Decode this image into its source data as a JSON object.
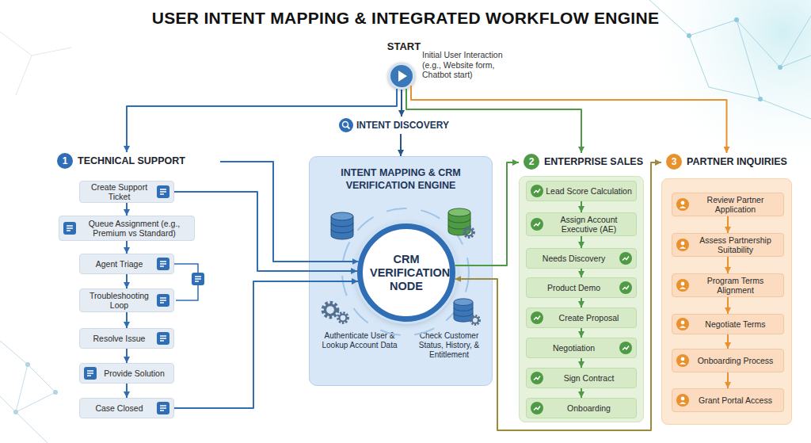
{
  "diagram": {
    "title": "USER INTENT MAPPING & INTEGRATED WORKFLOW ENGINE",
    "nodes": [
      {
        "text": [
          "START",
          "Initial User Interaction (e.g., Website form, Chatbot start)"
        ]
      },
      {
        "text": [
          "INTENT DISCOVERY"
        ]
      },
      {
        "text": [
          "1",
          "TECHNICAL SUPPORT"
        ]
      },
      {
        "text": [
          "Create Support Ticket"
        ],
        "in": 2
      },
      {
        "text": [
          "Queue Assignment (e.g., Premium vs Standard)"
        ],
        "in": 2
      },
      {
        "text": [
          "Agent Triage"
        ],
        "in": 2
      },
      {
        "text": [
          "Troubleshooting Loop"
        ],
        "in": 2
      },
      {
        "text": [
          "Resolve Issue"
        ],
        "in": 2
      },
      {
        "text": [
          "Provide Solution"
        ],
        "in": 2
      },
      {
        "text": [
          "Case Closed"
        ],
        "in": 2
      },
      {
        "text": [
          "INTENT MAPPING & CRM VERIFICATION ENGINE",
          "Authenticate User & Lookup Account Data",
          "Check Customer Status, History, & Entitlement"
        ]
      },
      {
        "text": [
          "CRM VERIFICATION NODE"
        ],
        "in": 10
      },
      {
        "text": [
          "2",
          "ENTERPRISE SALES"
        ]
      },
      {
        "text": [
          "Lead Score Calculation"
        ],
        "in": 12
      },
      {
        "text": [
          "Assign Account Executive (AE)"
        ],
        "in": 12
      },
      {
        "text": [
          "Needs Discovery"
        ],
        "in": 12
      },
      {
        "text": [
          "Product Demo"
        ],
        "in": 12
      },
      {
        "text": [
          "Create Proposal"
        ],
        "in": 12
      },
      {
        "text": [
          "Negotiation"
        ],
        "in": 12
      },
      {
        "text": [
          "Sign Contract"
        ],
        "in": 12
      },
      {
        "text": [
          "Onboarding"
        ],
        "in": 12
      },
      {
        "text": [
          "3",
          "PARTNER INQUIRIES"
        ]
      },
      {
        "text": [
          "Review Partner Application"
        ],
        "in": 21
      },
      {
        "text": [
          "Assess Partnership Suitability"
        ],
        "in": 21
      },
      {
        "text": [
          "Program Terms Alignment"
        ],
        "in": 21
      },
      {
        "text": [
          "Negotiate Terms"
        ],
        "in": 21
      },
      {
        "text": [
          "Onboarding Process"
        ],
        "in": 21
      },
      {
        "text": [
          "Grant Portal Access"
        ],
        "in": 21
      }
    ],
    "edges": [
      {
        "from": 0,
        "to": 1,
        "arrow": "to"
      },
      {
        "from": 1,
        "to": 10,
        "arrow": "to"
      },
      {
        "from": 0,
        "to": 2,
        "arrow": "to"
      },
      {
        "from": 0,
        "to": 12,
        "arrow": "to"
      },
      {
        "from": 0,
        "to": 21,
        "arrow": "to"
      },
      {
        "from": 3,
        "to": 4,
        "arrow": "to"
      },
      {
        "from": 4,
        "to": 5,
        "arrow": "to"
      },
      {
        "from": 5,
        "to": 6,
        "arrow": "to"
      },
      {
        "from": 6,
        "to": 7,
        "arrow": "to"
      },
      {
        "from": 7,
        "to": 8,
        "arrow": "to"
      },
      {
        "from": 8,
        "to": 9,
        "arrow": "to"
      },
      {
        "from": 2,
        "to": 11,
        "arrow": "to"
      },
      {
        "from": 3,
        "to": 11,
        "arrow": "to"
      },
      {
        "from": 9,
        "to": 11,
        "arrow": "to"
      },
      {
        "from": 11,
        "to": 12,
        "arrow": "to"
      },
      {
        "from": 11,
        "to": 21,
        "arrow": "both"
      },
      {
        "from": 13,
        "to": 14,
        "arrow": "to"
      },
      {
        "from": 14,
        "to": 15,
        "arrow": "to"
      },
      {
        "from": 15,
        "to": 16,
        "arrow": "to"
      },
      {
        "from": 16,
        "to": 17,
        "arrow": "to"
      },
      {
        "from": 17,
        "to": 18,
        "arrow": "to"
      },
      {
        "from": 18,
        "to": 19,
        "arrow": "to"
      },
      {
        "from": 19,
        "to": 20,
        "arrow": "to"
      },
      {
        "from": 22,
        "to": 23,
        "arrow": "to"
      },
      {
        "from": 23,
        "to": 24,
        "arrow": "to"
      },
      {
        "from": 24,
        "to": 25,
        "arrow": "to"
      },
      {
        "from": 25,
        "to": 26,
        "arrow": "to"
      },
      {
        "from": 26,
        "to": 27,
        "arrow": "to"
      }
    ]
  }
}
